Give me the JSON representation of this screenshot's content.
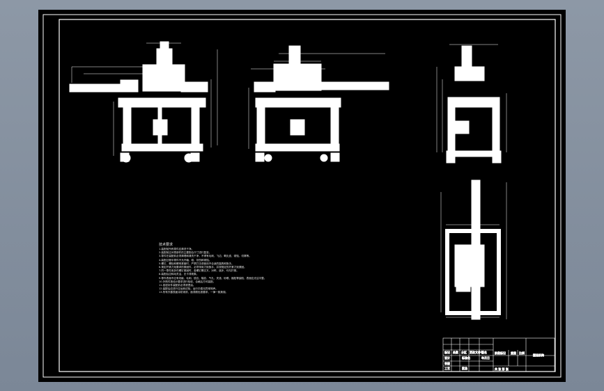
{
  "drawing": {
    "tech_requirements": {
      "title": "技术要求",
      "items": [
        "1.装配前所有零件应清洗干净。",
        "2.装配前应对零部件的主要配合尺寸进行复查。",
        "3.零件在装配前必须清理和清洗干净，不得有毛刺、飞边、氧化皮、锈蚀、切屑等。",
        "4.装配过程中零件不允许磕、碰、划伤和锈蚀。",
        "5.螺钉、螺栓和螺母紧固时，严禁打击或使用不合适的旋具和扳手。",
        "6.规定拧紧力矩要求的紧固件，必须采用力矩扳手，并按规定的拧紧力矩紧固。",
        "7.同一零件用多件螺钉紧固时，各螺钉需交叉、对称、逐步、均匀拧紧。",
        "8.装配后应转动灵活，无卡滞现象。",
        "9.零件表面不应有划痕、毛刺、锐边、裂纹、气孔、夹渣、砂眼、缩松等缺陷，表面应光洁平整。",
        "10.外购件按设计要求进行验收，合格后方可装配。",
        "11.各密封件装配前必须浸透油。",
        "12.装配后应进行空运转试验，运行平稳无异常响声。",
        "13.所有外露表面涂防锈漆，面漆颜色按要求，一律一致美观。"
      ]
    },
    "title_block": {
      "drawing_name": "搬运机构",
      "cells": [
        "标记",
        "处数",
        "分区",
        "更改文件号",
        "签名",
        "年月日",
        "设计",
        "标准化",
        "审核",
        "工艺",
        "批准",
        "阶段标记",
        "重量",
        "比例",
        "共 张 第 张"
      ]
    }
  }
}
